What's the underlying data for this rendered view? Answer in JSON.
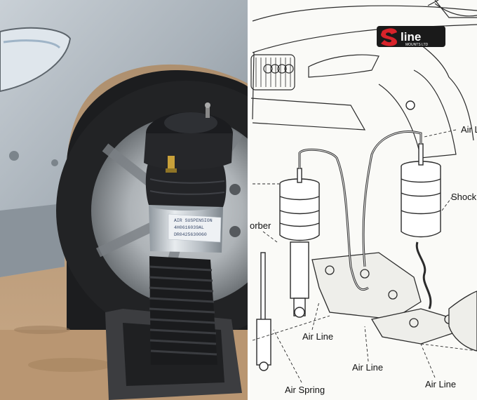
{
  "logo": {
    "text": "line",
    "subtitle": "MOUNTS LTD"
  },
  "product_label": {
    "lines": [
      "AIR SUSPENSION",
      "4H0616039AL",
      "DR0425630060"
    ]
  },
  "diagram_labels": {
    "air_line_top": "Air Li",
    "shock": "Shock",
    "absorber": "orber",
    "air_line_center": "Air Line",
    "air_line_bottom_center": "Air Line",
    "air_line_bottom_right": "Air Line",
    "air_spring": "Air Spring"
  },
  "colors": {
    "logo_bg": "#1a1a1a",
    "logo_accent": "#d8232a",
    "paper": "#fafaf7",
    "ink": "#2b2b2b"
  }
}
